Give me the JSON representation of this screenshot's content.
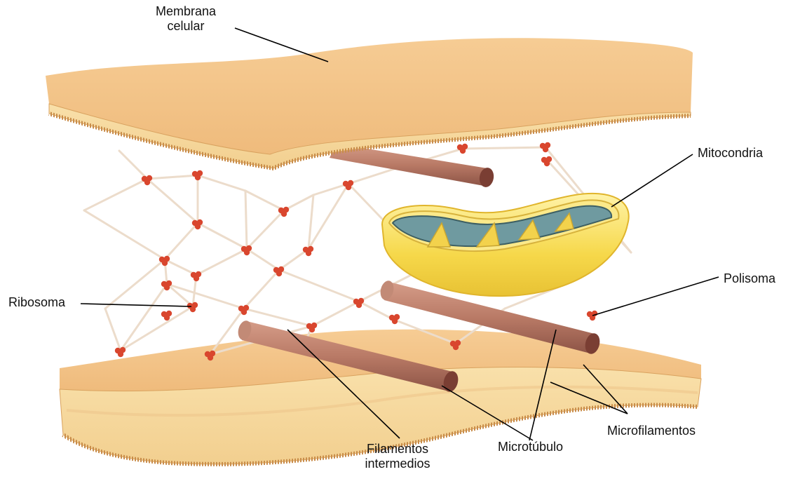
{
  "labels": {
    "membrana_line1": "Membrana",
    "membrana_line2": "celular",
    "mitocondria": "Mitocondria",
    "ribosoma": "Ribosoma",
    "polisoma": "Polisoma",
    "microfilamentos": "Microfilamentos",
    "microtubulo": "Microtúbulo",
    "filamentos_line1": "Filamentos",
    "filamentos_line2": "intermedios"
  },
  "colors": {
    "membrane_top": "#f4c48a",
    "membrane_side": "#f7d79f",
    "membrane_edge": "#d9a25f",
    "tubule": "#b97a66",
    "tubule_end": "#7a3e33",
    "ribosome": "#d9462e",
    "filament": "#ecdccb",
    "mito_outer": "#f3d24c",
    "mito_inner": "#6f9aa0"
  }
}
